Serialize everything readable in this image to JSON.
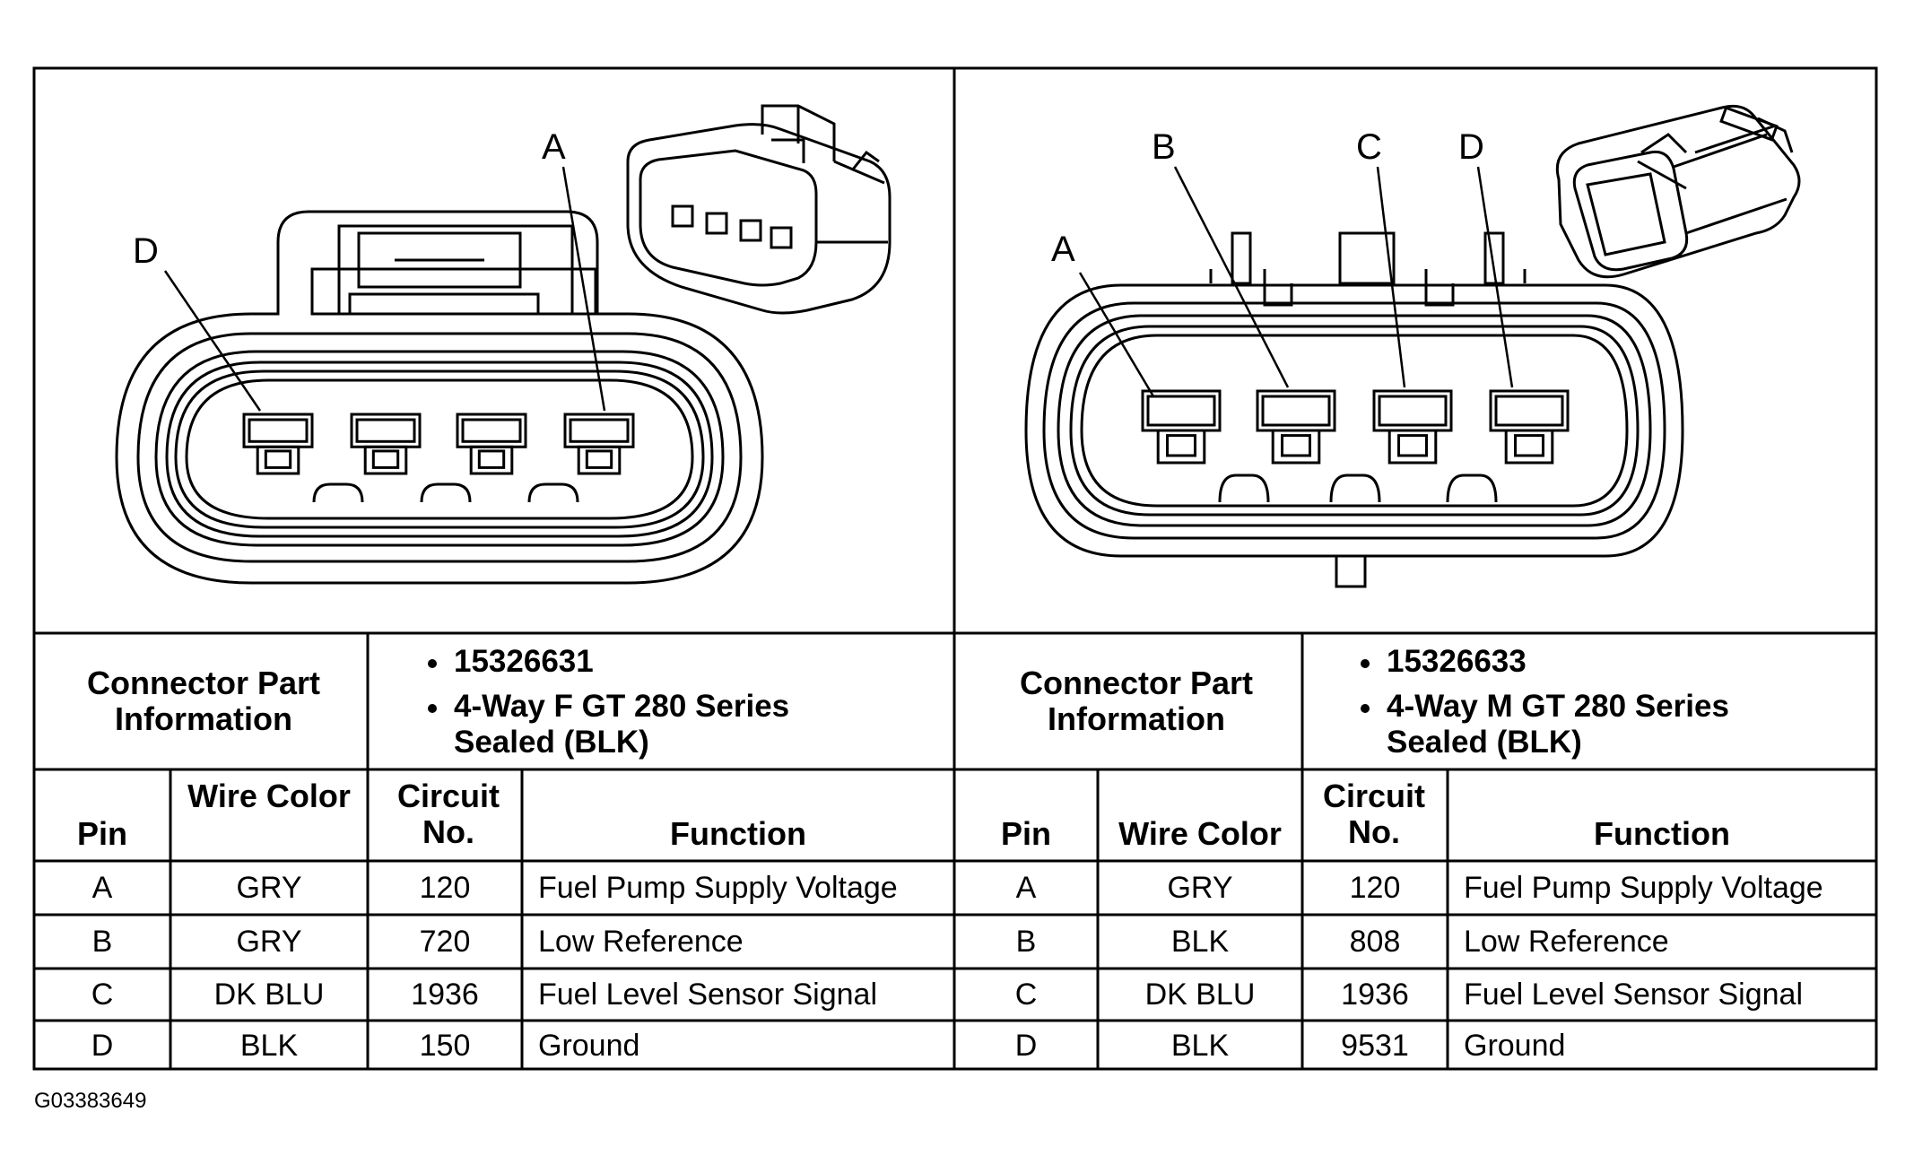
{
  "figure_id": "G03383649",
  "left": {
    "pin_labels": [
      "A",
      "D"
    ],
    "part_info_label": "Connector Part Information",
    "part_info": [
      "15326631",
      "4-Way F GT 280 Series Sealed (BLK)"
    ],
    "headers": {
      "pin": "Pin",
      "wire_color": "Wire Color",
      "circuit": "Circuit No.",
      "function": "Function"
    },
    "rows": [
      {
        "pin": "A",
        "wire_color": "GRY",
        "circuit": "120",
        "function": "Fuel Pump Supply Voltage"
      },
      {
        "pin": "B",
        "wire_color": "GRY",
        "circuit": "720",
        "function": "Low Reference"
      },
      {
        "pin": "C",
        "wire_color": "DK BLU",
        "circuit": "1936",
        "function": "Fuel Level Sensor Signal"
      },
      {
        "pin": "D",
        "wire_color": "BLK",
        "circuit": "150",
        "function": "Ground"
      }
    ]
  },
  "right": {
    "pin_labels": [
      "A",
      "B",
      "C",
      "D"
    ],
    "part_info_label": "Connector Part Information",
    "part_info": [
      "15326633",
      "4-Way M GT 280 Series Sealed (BLK)"
    ],
    "headers": {
      "pin": "Pin",
      "wire_color": "Wire Color",
      "circuit": "Circuit No.",
      "function": "Function"
    },
    "rows": [
      {
        "pin": "A",
        "wire_color": "GRY",
        "circuit": "120",
        "function": "Fuel Pump Supply Voltage"
      },
      {
        "pin": "B",
        "wire_color": "BLK",
        "circuit": "808",
        "function": "Low Reference"
      },
      {
        "pin": "C",
        "wire_color": "DK BLU",
        "circuit": "1936",
        "function": "Fuel Level Sensor Signal"
      },
      {
        "pin": "D",
        "wire_color": "BLK",
        "circuit": "9531",
        "function": "Ground"
      }
    ]
  }
}
